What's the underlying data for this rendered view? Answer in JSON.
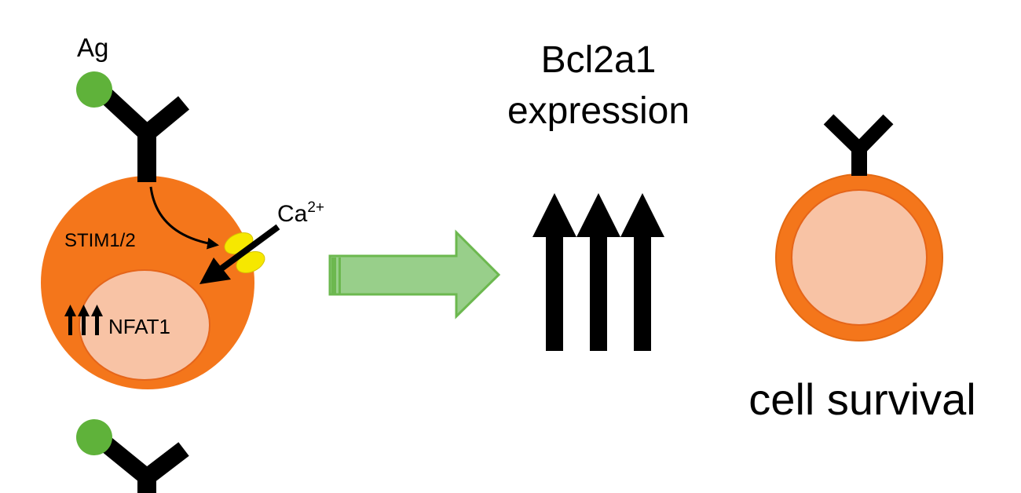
{
  "labels": {
    "antigen": "Ag",
    "stim": "STIM1/2",
    "calcium_base": "Ca",
    "calcium_charge": "2+",
    "nfat": "NFAT1",
    "expression_line1": "Bcl2a1",
    "expression_line2": "expression",
    "outcome": "cell survival"
  },
  "colors": {
    "cell_orange": "#f4761b",
    "nucleus": "#f8c3a5",
    "antigen_green": "#5fb23a",
    "channel_yellow": "#f6e800",
    "process_arrow_fill": "#98cf8a",
    "process_arrow_edge": "#6cb84f",
    "ink": "#000000"
  },
  "icons": {
    "receptor": "y-shaped-receptor-icon",
    "antigen": "green-ball-icon",
    "channel": "calcium-channel-icon",
    "process": "block-arrow-right-icon",
    "increase": "triple-up-arrow-icon"
  }
}
